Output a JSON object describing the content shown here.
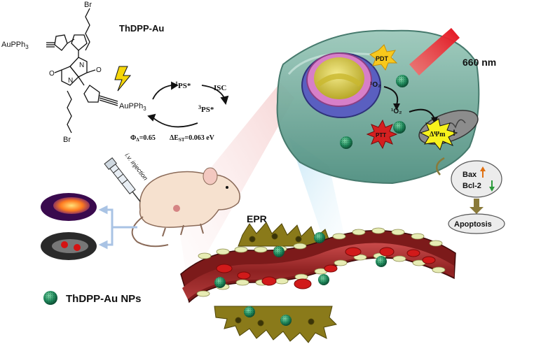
{
  "molecule": {
    "title": "ThDPP-Au",
    "br_top": "Br",
    "br_bottom": "Br",
    "au_left": "AuPPh",
    "au_left_sub": "3",
    "au_right": "AuPPh",
    "au_right_sub": "3",
    "n_label": "N",
    "o_label": "O"
  },
  "photophysics": {
    "singlet_sup": "1",
    "singlet": "PS*",
    "isc": "ISC",
    "triplet_sup": "3",
    "triplet": "PS*",
    "phi": "Φ",
    "phi_sub": "Δ",
    "phi_value": "=0.65",
    "dE": "ΔE",
    "dE_sub": "ST",
    "dE_value": "=0.063 eV"
  },
  "cell": {
    "wavelength": "660 nm",
    "pdt": "PDT",
    "ptt": "PTT",
    "so_top": "¹O₂",
    "so_bottom": "¹O₂",
    "membrane_potential": "ΔΨm",
    "exclaim": "!"
  },
  "pathway": {
    "bax": "Bax",
    "bcl2": "Bcl-2",
    "apoptosis": "Apoptosis"
  },
  "mouse": {
    "injection": "i.v. injection"
  },
  "vessel": {
    "epr": "EPR"
  },
  "legend": {
    "label": "ThDPP-Au NPs"
  },
  "colors": {
    "np_green": "#1f8a5c",
    "cell_teal": "#6fae9d",
    "laser_red": "#e0101c",
    "vessel_red": "#b03030",
    "tumor_olive": "#8a7a1a",
    "up_arrow": "#e07010",
    "down_arrow": "#2a9a3a"
  }
}
